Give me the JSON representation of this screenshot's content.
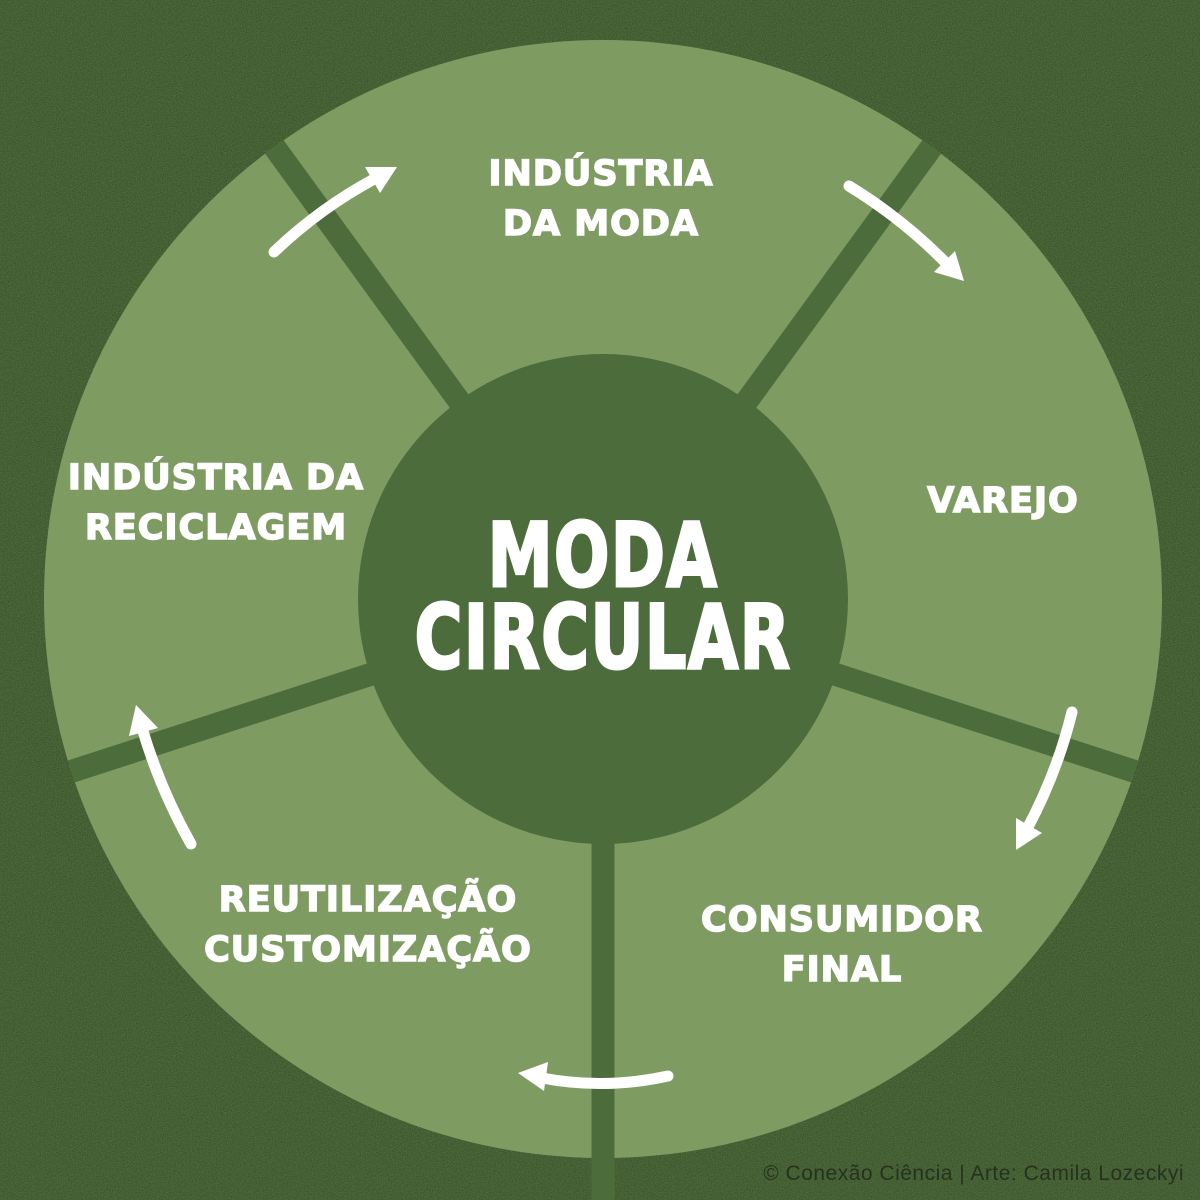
{
  "title": {
    "text": "MODA\nCIRCULAR"
  },
  "segments": [
    {
      "id": "industria-da-moda",
      "position": "top",
      "label": "INDÚSTRIA\nDA MODA"
    },
    {
      "id": "varejo",
      "position": "right",
      "label": "VAREJO"
    },
    {
      "id": "consumidor-final",
      "position": "bottom-right",
      "label": "CONSUMIDOR\nFINAL"
    },
    {
      "id": "reutilizacao-customizacao",
      "position": "bottom-left",
      "label": "REUTILIZAÇÃO\nCUSTOMIZAÇÃO"
    },
    {
      "id": "industria-da-reciclagem",
      "position": "left",
      "label": "INDÚSTRIA DA\nRECICLAGEM"
    }
  ],
  "arrows": {
    "count": 5,
    "direction": "clockwise"
  },
  "credit": "© Conexão Ciência | Arte: Camila Lozeckyi",
  "colors": {
    "background": "#4b6838",
    "wheel": "#7e9c62",
    "hub": "#4d6c3c",
    "divider": "#4d6c3c",
    "label_text": "#ffffff",
    "credit_text": "#273120"
  }
}
